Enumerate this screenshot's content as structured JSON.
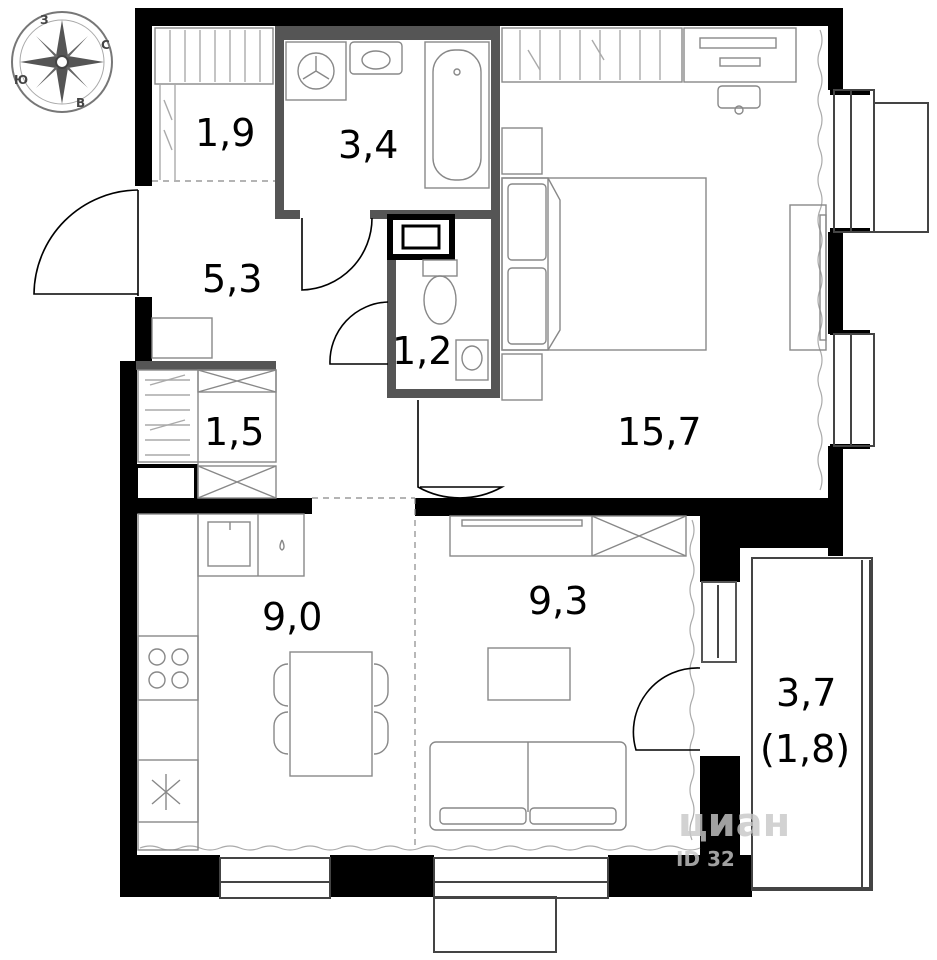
{
  "compass": {
    "north": "С",
    "east": "В",
    "south": "Ю",
    "west": "З"
  },
  "rooms": {
    "storage_top": {
      "area": "1,9"
    },
    "bathroom": {
      "area": "3,4"
    },
    "hall": {
      "area": "5,3"
    },
    "toilet": {
      "area": "1,2"
    },
    "wardrobe": {
      "area": "1,5"
    },
    "bedroom": {
      "area": "15,7"
    },
    "kitchen": {
      "area": "9,0"
    },
    "living": {
      "area": "9,3"
    },
    "balcony": {
      "area": "3,7",
      "area_reduced": "(1,8)"
    }
  },
  "watermark": {
    "brand": "циан",
    "id": "ID 32"
  },
  "colors": {
    "wall": "#000000",
    "line": "#555555",
    "furniture": "#888888",
    "light_line": "#aaaaaa"
  }
}
